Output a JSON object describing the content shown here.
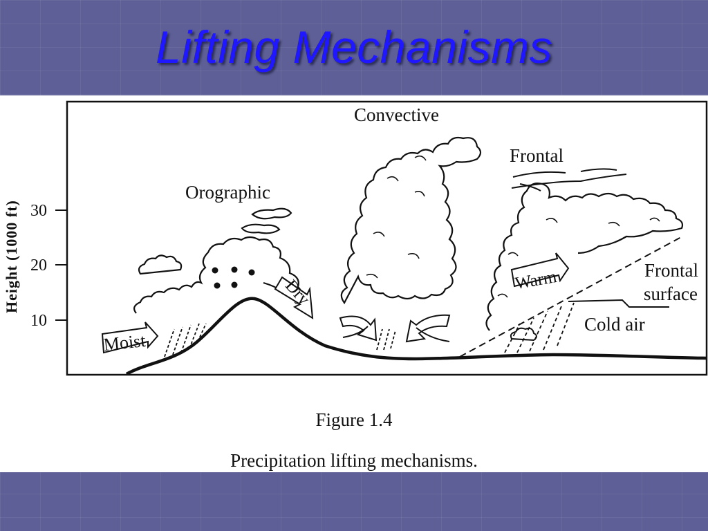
{
  "slide": {
    "title": "Lifting Mechanisms",
    "background_color": "#5d5f96",
    "title_color": "#1f17ff"
  },
  "diagram": {
    "y_axis_label": "Height (1000 ft)",
    "y_ticks": [
      "30",
      "20",
      "10"
    ],
    "labels": {
      "orographic": "Orographic",
      "convective": "Convective",
      "frontal": "Frontal",
      "moist": "Moist",
      "dry": "Dry",
      "warm": "Warm",
      "frontal_surface_line1": "Frontal",
      "frontal_surface_line2": "surface",
      "cold_air": "Cold air"
    }
  },
  "figure": {
    "number": "Figure 1.4",
    "caption": "Precipitation lifting mechanisms."
  }
}
